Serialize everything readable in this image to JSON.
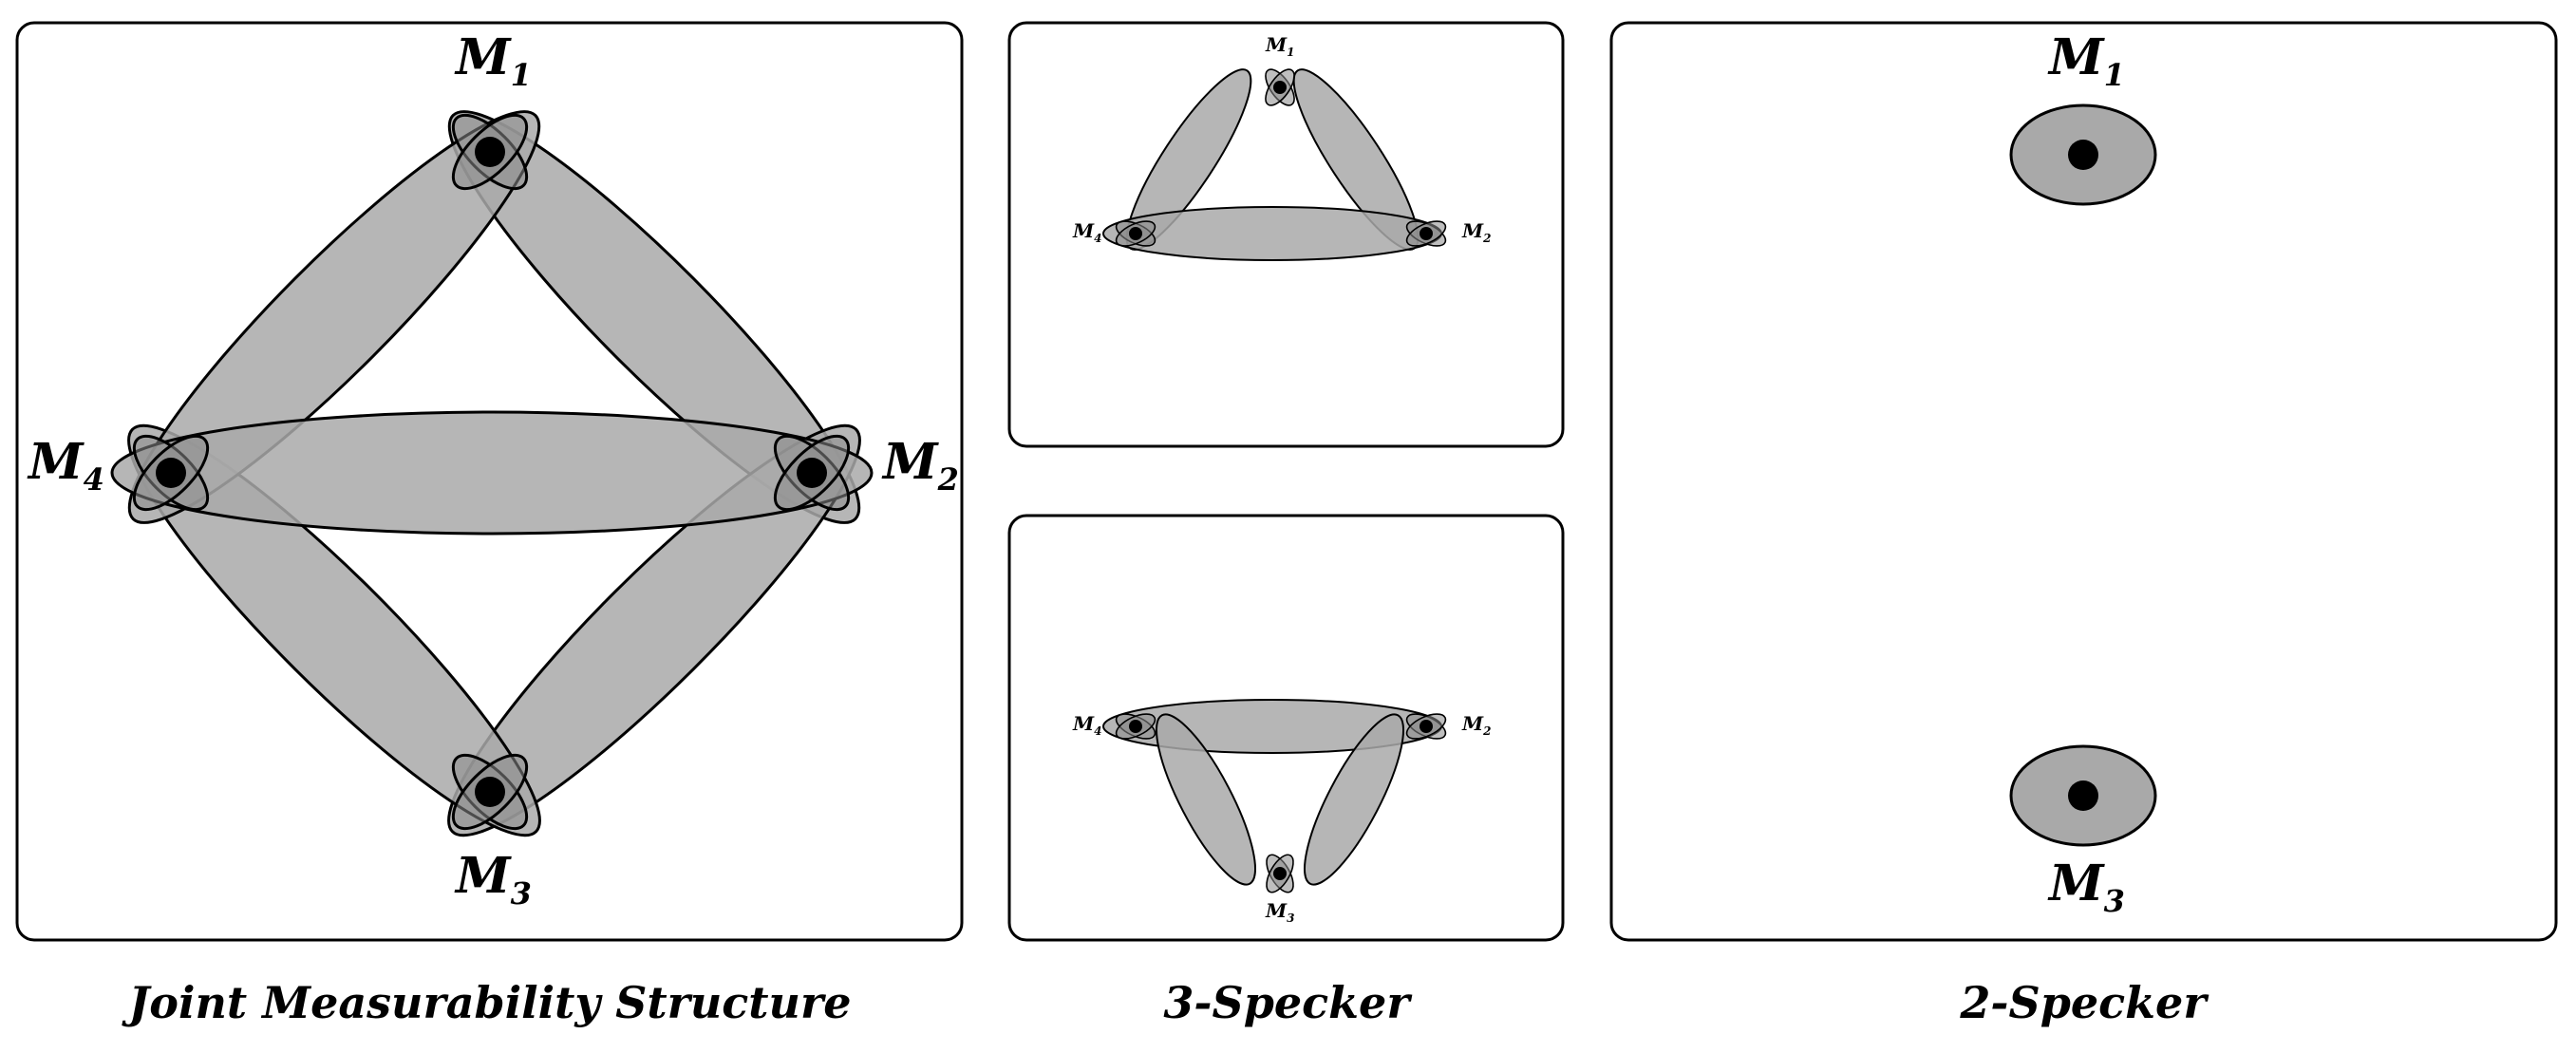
{
  "panels": {
    "joint": {
      "labels": {
        "m1": "M",
        "m1_sub": "1",
        "m2": "M",
        "m2_sub": "2",
        "m3": "M",
        "m3_sub": "3",
        "m4": "M",
        "m4_sub": "4"
      },
      "caption": "Joint Measurability Structure"
    },
    "specker3_top": {
      "labels": {
        "top": "M",
        "top_sub": "1",
        "left": "M",
        "left_sub": "4",
        "right": "M",
        "right_sub": "2"
      }
    },
    "specker3_bottom": {
      "labels": {
        "left": "M",
        "left_sub": "4",
        "right": "M",
        "right_sub": "2",
        "bottom": "M",
        "bottom_sub": "3"
      }
    },
    "specker3": {
      "caption": "3-Specker"
    },
    "specker2": {
      "labels": {
        "top": "M",
        "top_sub": "1",
        "bottom": "M",
        "bottom_sub": "3"
      },
      "caption": "2-Specker"
    }
  },
  "colors": {
    "band_fill": "#a9a9a9",
    "node_fill": "#8a8a8a",
    "stroke": "#000000",
    "background": "#ffffff"
  }
}
